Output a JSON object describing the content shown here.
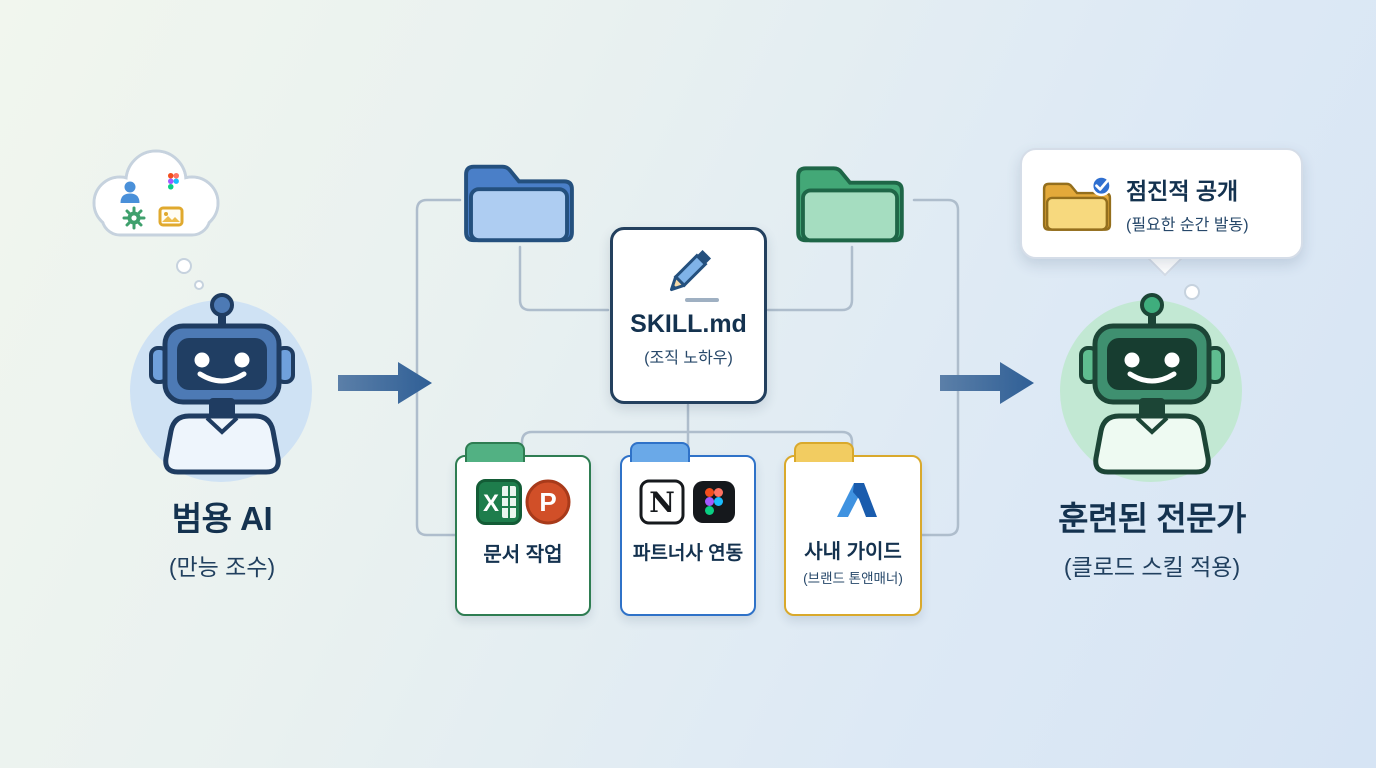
{
  "left_robot": {
    "label": "범용 AI",
    "sublabel": "(만능 조수)",
    "thought_icons": [
      "person-icon",
      "figma-icon",
      "gear-icon",
      "image-icon"
    ]
  },
  "center_card": {
    "icon": "pencil-icon",
    "title": "SKILL.md",
    "subtitle": "(조직 노하우)"
  },
  "top_folders": [
    {
      "name": "blue-folder",
      "color": "#4a7fc8"
    },
    {
      "name": "green-folder",
      "color": "#43a877"
    }
  ],
  "bottom_cards": [
    {
      "title": "문서 작업",
      "subtitle": "",
      "icons": [
        "excel-icon",
        "powerpoint-icon"
      ],
      "accent": "#2e7d52"
    },
    {
      "title": "파트너사 연동",
      "subtitle": "",
      "icons": [
        "notion-icon",
        "figma-icon"
      ],
      "accent": "#2f72c8"
    },
    {
      "title": "사내 가이드",
      "subtitle": "(브랜드 톤앤매너)",
      "icons": [
        "azure-icon"
      ],
      "accent": "#d9a92c"
    }
  ],
  "right_robot": {
    "label": "훈련된 전문가",
    "sublabel": "(클로드 스킬 적용)"
  },
  "disclosure_bubble": {
    "icon": "yellow-folder-check-icon",
    "title": "점진적 공개",
    "subtitle": "(필요한 순간 발동)"
  },
  "colors": {
    "arrow": "#3c6da6",
    "text_primary": "#14324f",
    "connector": "#aebdcc",
    "left_robot_accent": "#4d7ab5",
    "right_robot_accent": "#3fae7d"
  }
}
